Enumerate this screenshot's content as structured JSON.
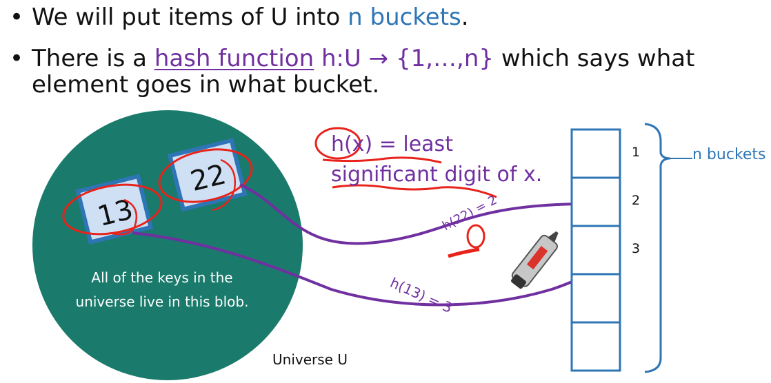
{
  "bullets": {
    "b1": {
      "prefix": "We will put items of U into ",
      "highlight": "n buckets",
      "suffix": "."
    },
    "b2": {
      "prefix": "There is a ",
      "link": "hash function",
      "mid": " h:U → {1,…,n}",
      "suffix": " which says what",
      "line2": "element goes in what bucket."
    }
  },
  "blob": {
    "text": "All of the keys in the universe live in this blob."
  },
  "keys": [
    "13",
    "22"
  ],
  "universe_label": "Universe U",
  "buckets": {
    "numbers": [
      "1",
      "2",
      "3"
    ],
    "brace_label": "n buckets"
  },
  "annotations": {
    "definition_line1": "h(x) = least",
    "definition_line2": "significant digit of x.",
    "h22": "h(22) = 2",
    "h13": "h(13) = 3"
  },
  "colors": {
    "teal": "#1a7a6b",
    "blue": "#2e75b6",
    "purple": "#7030a0",
    "red": "#e8231b"
  }
}
